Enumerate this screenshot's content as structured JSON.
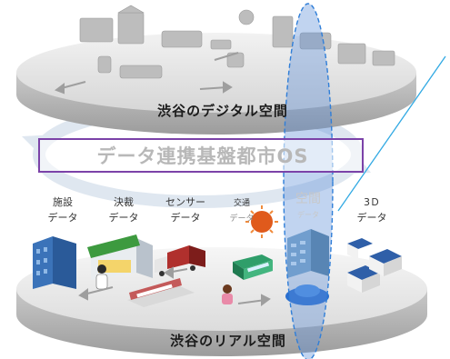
{
  "top_platform": {
    "label": "渋谷のデジタル空間"
  },
  "middle": {
    "label": "データ連携基盤都市OS"
  },
  "bottom_platform": {
    "label": "渋谷のリアル空間"
  },
  "categories": [
    {
      "line1": "施設",
      "line2": "データ"
    },
    {
      "line1": "決裁",
      "line2": "データ"
    },
    {
      "line1": "センサー",
      "line2": "データ"
    },
    {
      "line1": "交通",
      "line2": "データ"
    },
    {
      "line1": "空間",
      "line2": "データ"
    },
    {
      "line1": "3Ｄ",
      "line2": "データ"
    }
  ],
  "colors": {
    "os_border": "#7b42a8",
    "highlight_ellipse": "#2f7ed8",
    "callout_line": "#31a9e3"
  }
}
